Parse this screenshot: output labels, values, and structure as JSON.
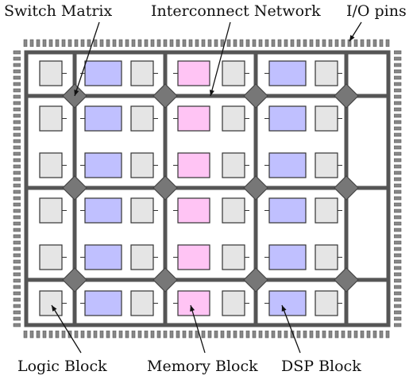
{
  "labels": {
    "switch_matrix": "Switch Matrix",
    "interconnect_network": "Interconnect Network",
    "io_pins": "I/O pins",
    "logic_block": "Logic Block",
    "memory_block": "Memory Block",
    "dsp_block": "DSP Block"
  },
  "grid": {
    "columns": [
      "logic",
      "dsp",
      "logic",
      "memory",
      "logic",
      "dsp",
      "logic"
    ],
    "block_rows": 6,
    "switch_rows": 3,
    "switch_cols": 4
  },
  "colors": {
    "logic_fill": "#e5e5e5",
    "memory_fill": "#ffc4f4",
    "dsp_fill": "#c0c0ff",
    "wire": "#555555",
    "switch_fill": "#777777",
    "pin_fill": "#888888",
    "outline": "#333333"
  }
}
